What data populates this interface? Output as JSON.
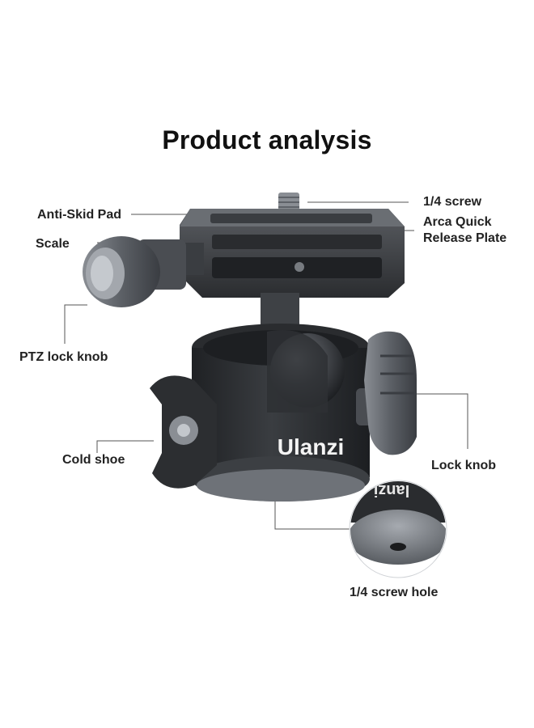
{
  "title": "Product analysis",
  "labels": {
    "anti_skid_pad": "Anti-Skid Pad",
    "scale": "Scale",
    "ptz_lock_knob": "PTZ lock knob",
    "cold_shoe": "Cold shoe",
    "screw_quarter": "1/4 screw",
    "arca_plate": "Arca Quick Release Plate",
    "lock_knob": "Lock knob",
    "screw_hole": "1/4 screw hole"
  },
  "product": {
    "brand": "Ulanzi",
    "brand_fragment": "lanzi"
  },
  "colors": {
    "body": "#2b2d30",
    "metal": "#55585c",
    "highlight": "#8c9096",
    "line": "#444444"
  }
}
